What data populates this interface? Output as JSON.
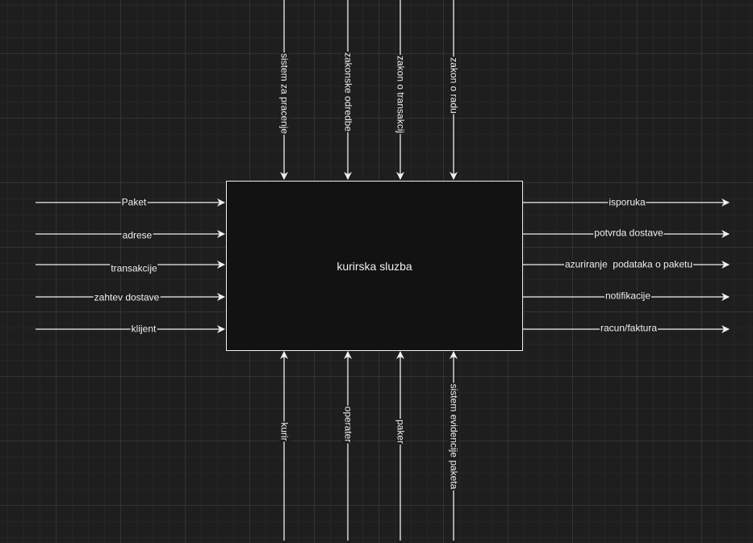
{
  "process": {
    "title": "kurirska sluzba"
  },
  "controls": [
    "sistem za pracenje",
    "zakonske odredbe",
    "zakon o transakcij",
    "zakon o radu"
  ],
  "inputs": [
    "Paket",
    "adrese",
    "transakcije",
    "zahtev dostave",
    "klijent"
  ],
  "outputs": [
    "isporuka",
    "potvrda dostave",
    "azuriranje  podataka o paketu",
    "notifikacije",
    "racun/faktura"
  ],
  "mechanisms": [
    "kurir",
    "operater",
    "paker",
    "sistem evidencije paketa"
  ],
  "colors": {
    "background": "#1e1e1e",
    "box_fill": "#121212",
    "stroke": "#f0f0f0"
  }
}
